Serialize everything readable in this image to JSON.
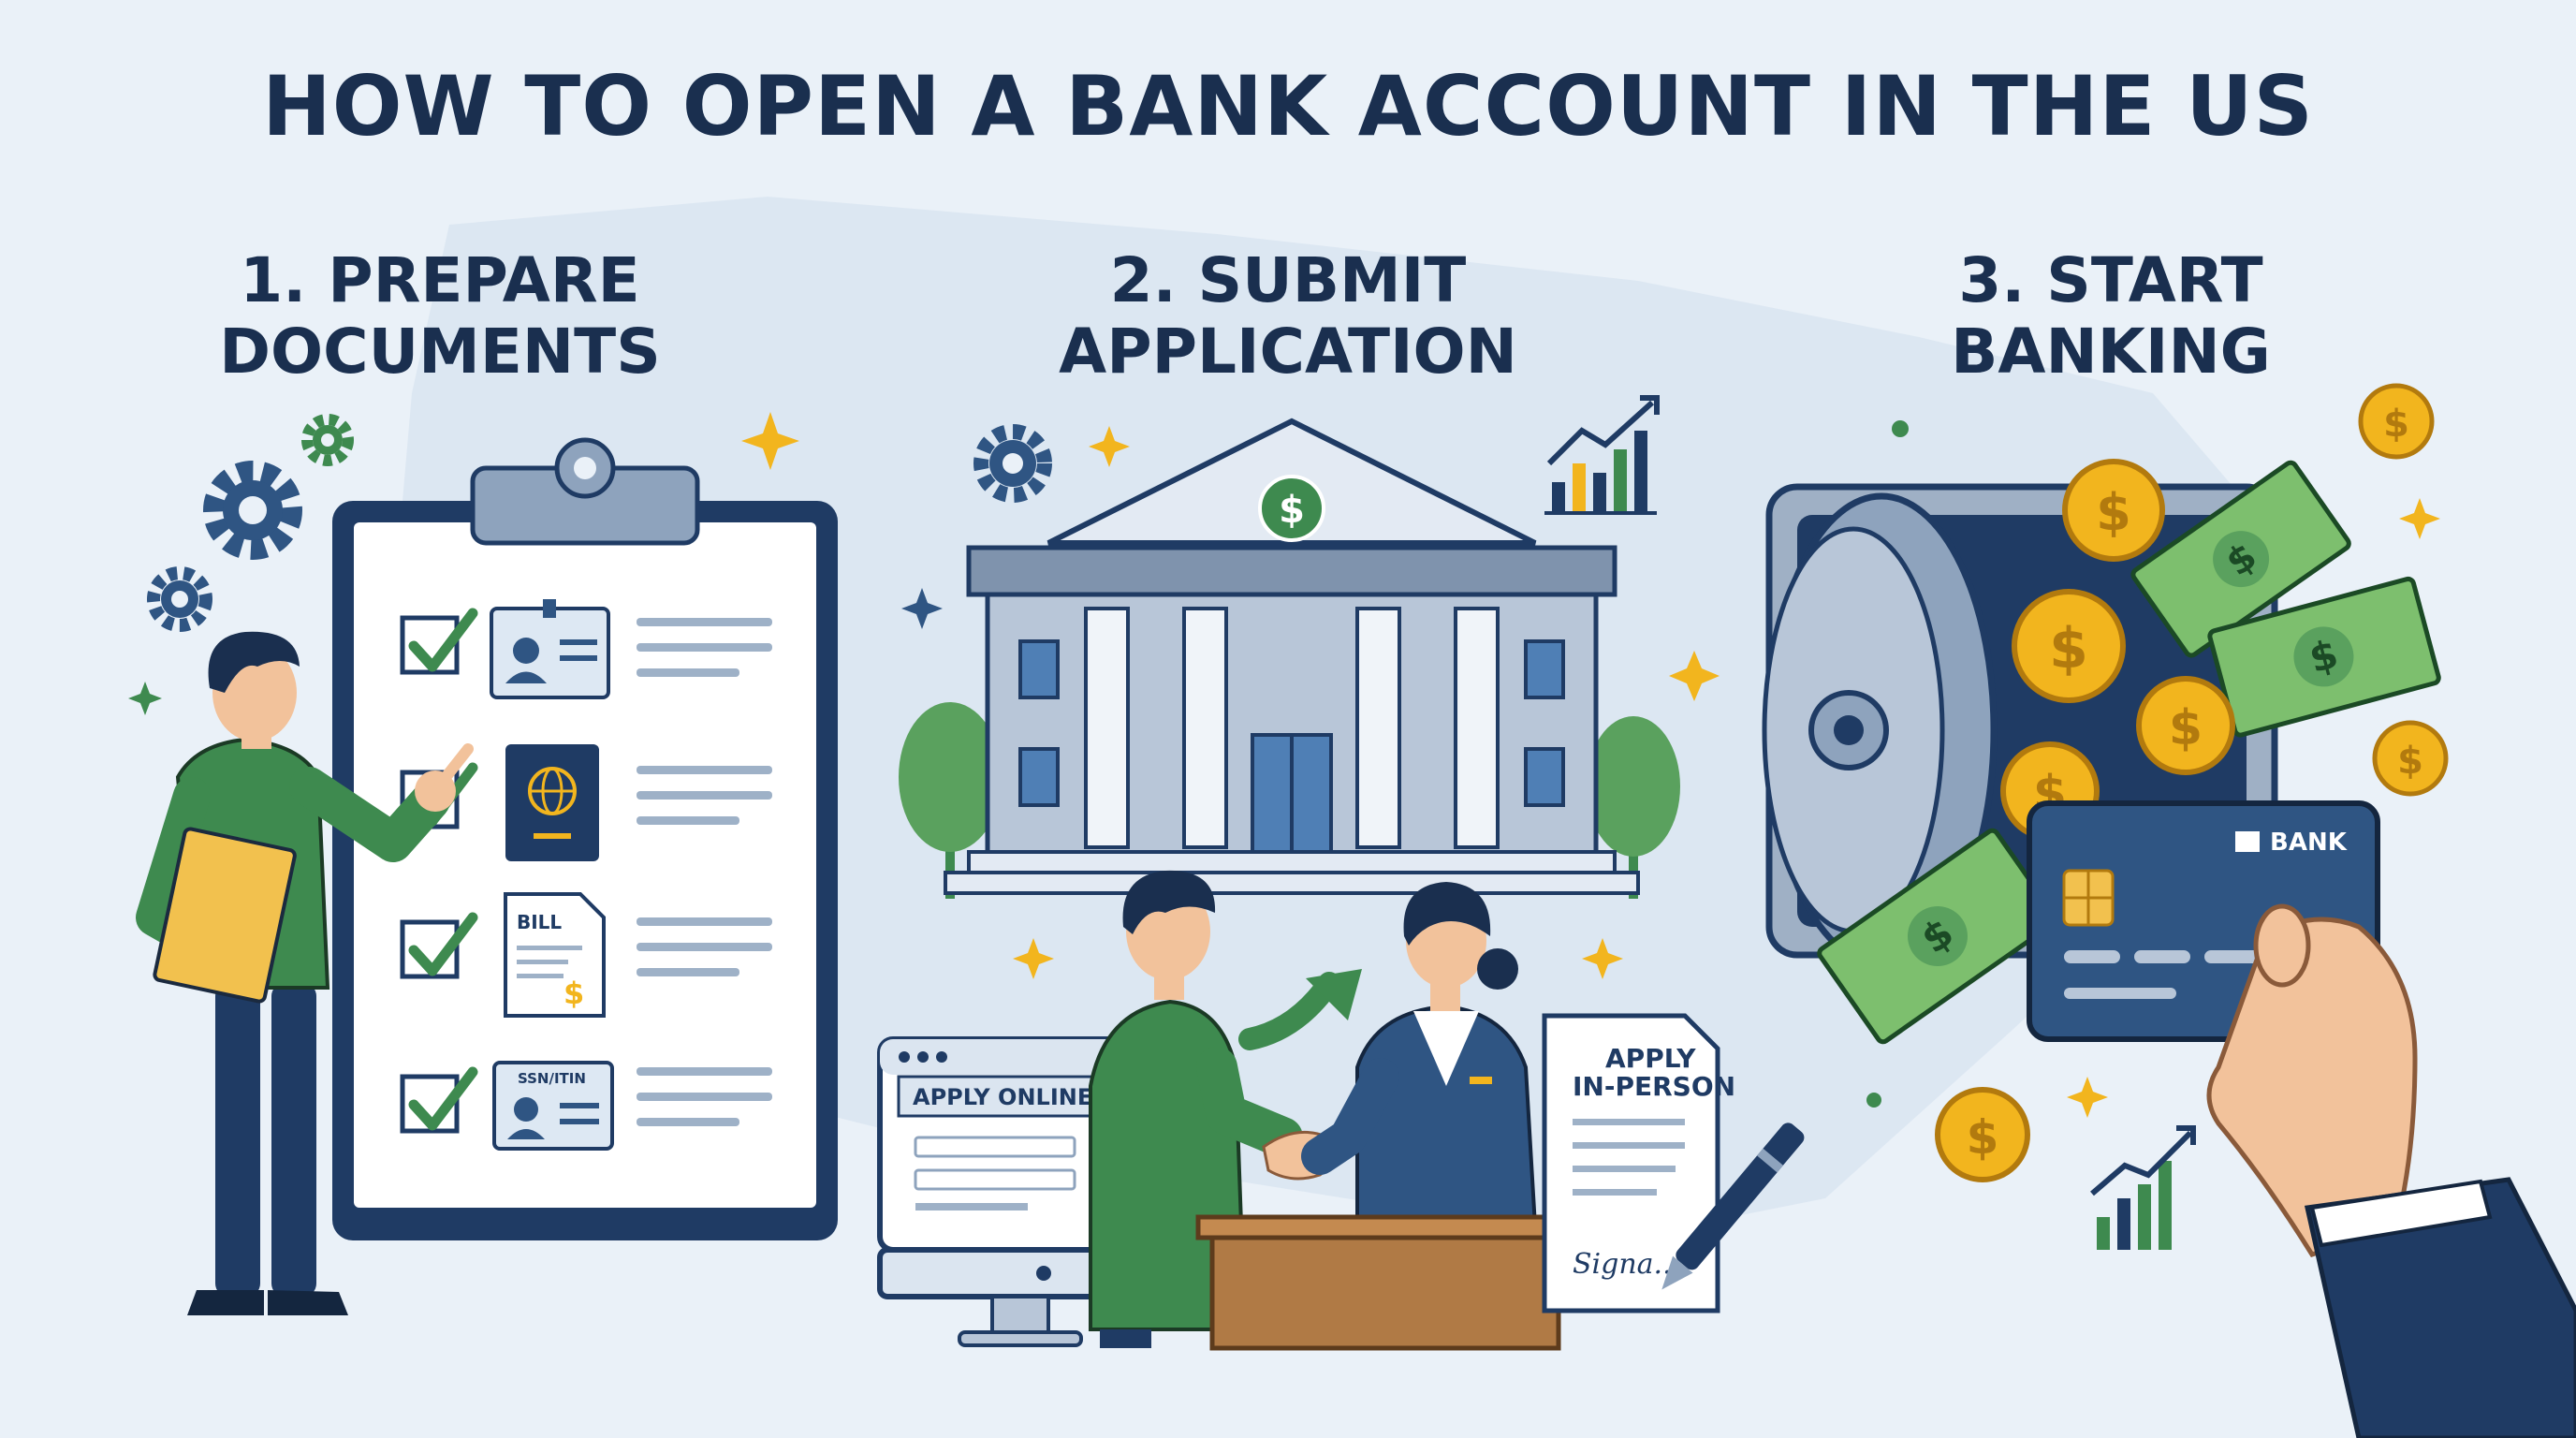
{
  "title": "HOW TO OPEN A BANK ACCOUNT IN THE US",
  "steps": [
    {
      "number": "1.",
      "line1": "1. PREPARE",
      "line2": "DOCUMENTS"
    },
    {
      "number": "2.",
      "line1": "2. SUBMIT",
      "line2": "APPLICATION"
    },
    {
      "number": "3.",
      "line1": "3. START",
      "line2": "BANKING"
    }
  ],
  "documents": {
    "bill_label": "BILL",
    "ssn_label": "SSN/ITIN"
  },
  "application": {
    "online_label": "APPLY ONLINE",
    "inperson_line1": "APPLY",
    "inperson_line2": "IN-PERSON",
    "signature": "Signa..."
  },
  "card": {
    "bank_label": "BANK"
  },
  "colors": {
    "navy": "#1f3b64",
    "green": "#3e8a4f",
    "gold": "#f2b51e",
    "background": "#eaf1f8"
  }
}
